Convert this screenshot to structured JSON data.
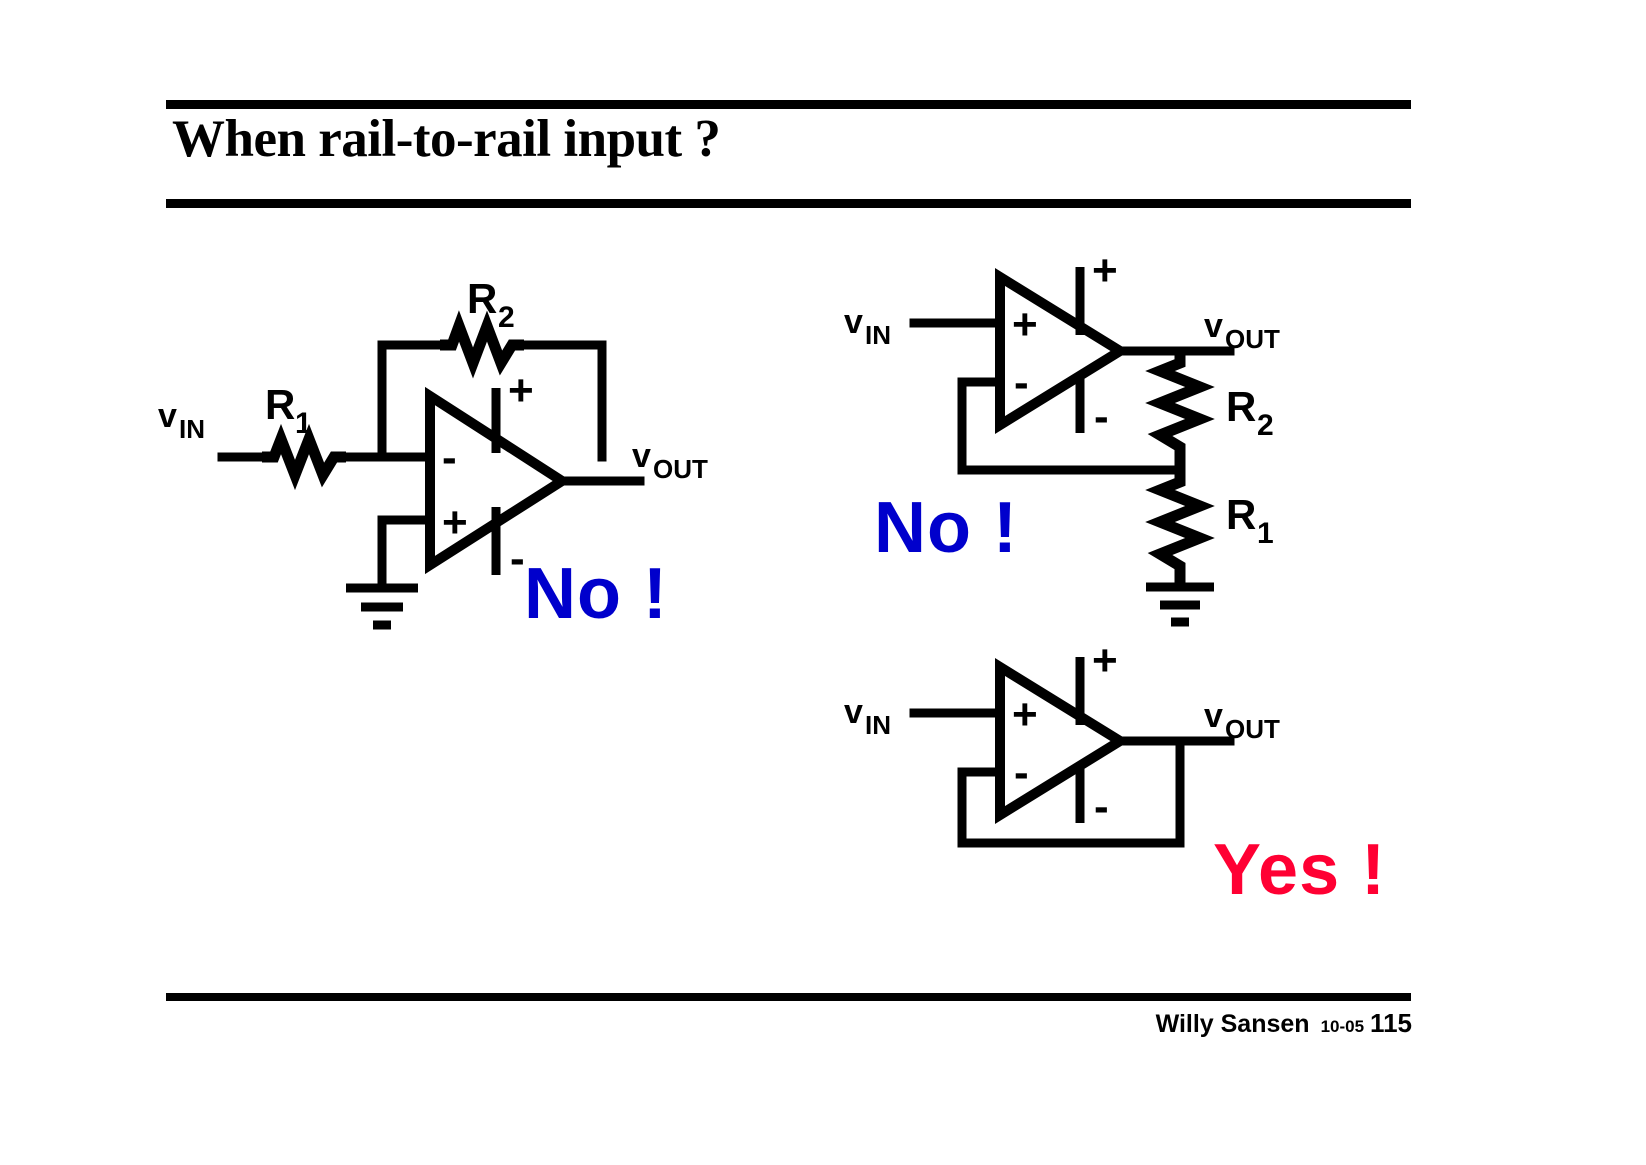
{
  "slide": {
    "title": "When rail-to-rail input ?",
    "background_color": "#ffffff",
    "rule_color": "#000000"
  },
  "colors": {
    "no_color": "#0000CC",
    "yes_color": "#FF0033",
    "ink": "#000000"
  },
  "footer": {
    "author": "Willy Sansen",
    "date": "10-05",
    "page": "115"
  },
  "verdicts": {
    "inverting": "No !",
    "noninverting": "No !",
    "buffer": "Yes !"
  },
  "circuits": [
    {
      "id": "inverting",
      "name": "inverting-amplifier",
      "input_label": "v",
      "input_sub": "IN",
      "output_label": "v",
      "output_sub": "OUT",
      "resistors": [
        {
          "label": "R",
          "sub": "1",
          "orientation": "horizontal",
          "position": "input-series"
        },
        {
          "label": "R",
          "sub": "2",
          "orientation": "horizontal",
          "position": "feedback"
        }
      ],
      "opamp": {
        "minus_input": "-",
        "plus_input": "+",
        "supply_positive": "+",
        "supply_negative": "-",
        "inverting_input_position": "top"
      },
      "has_ground": true,
      "verdict": "No !"
    },
    {
      "id": "noninverting",
      "name": "non-inverting-amplifier",
      "input_label": "v",
      "input_sub": "IN",
      "output_label": "v",
      "output_sub": "OUT",
      "resistors": [
        {
          "label": "R",
          "sub": "2",
          "orientation": "vertical",
          "position": "feedback-upper"
        },
        {
          "label": "R",
          "sub": "1",
          "orientation": "vertical",
          "position": "divider-lower"
        }
      ],
      "opamp": {
        "plus_input": "+",
        "minus_input": "-",
        "supply_positive": "+",
        "supply_negative": "-",
        "inverting_input_position": "bottom"
      },
      "has_ground": true,
      "verdict": "No !"
    },
    {
      "id": "buffer",
      "name": "unity-gain-buffer",
      "input_label": "v",
      "input_sub": "IN",
      "output_label": "v",
      "output_sub": "OUT",
      "resistors": [],
      "opamp": {
        "plus_input": "+",
        "minus_input": "-",
        "supply_positive": "+",
        "supply_negative": "-",
        "inverting_input_position": "bottom"
      },
      "has_ground": false,
      "verdict": "Yes !"
    }
  ]
}
